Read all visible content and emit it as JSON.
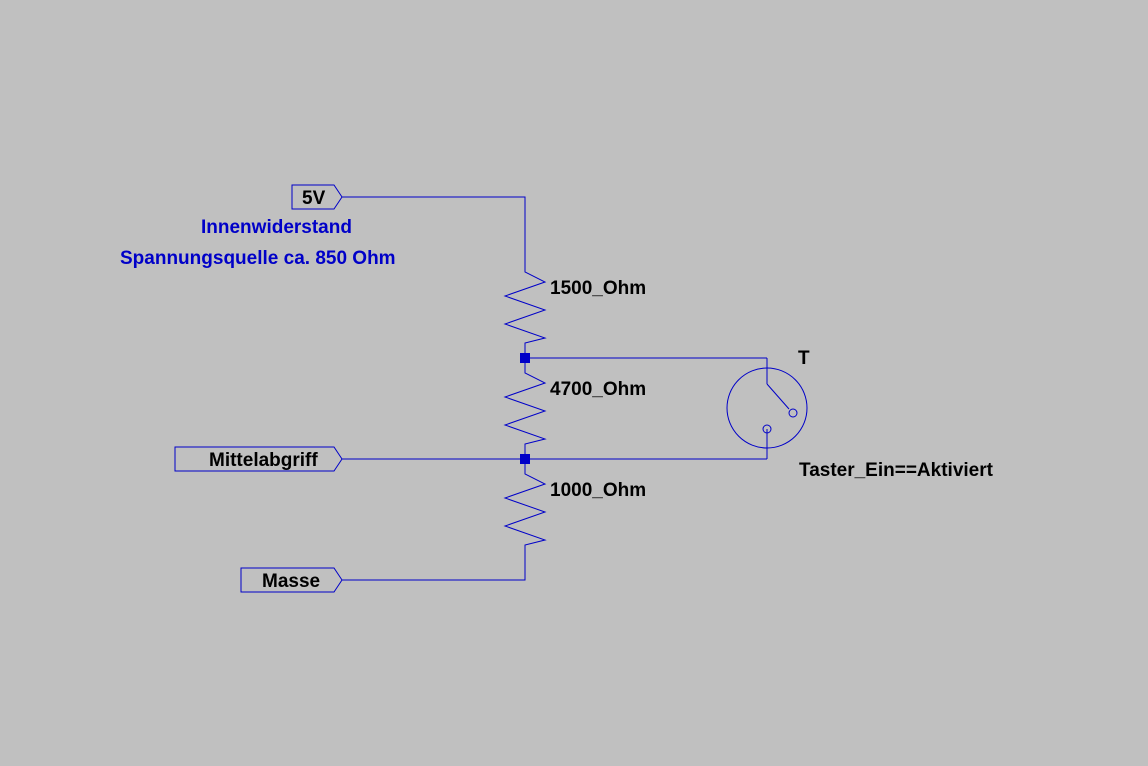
{
  "colors": {
    "background": "#c0c0c0",
    "wire": "#0000c8",
    "label": "#000000",
    "comment": "#0000c8"
  },
  "ports": {
    "supply": "5V",
    "tap": "Mittelabgriff",
    "ground": "Masse"
  },
  "resistors": {
    "r_top": "1500_Ohm",
    "r_mid": "4700_Ohm",
    "r_bottom": "1000_Ohm"
  },
  "switch": {
    "name": "T",
    "model": "Taster_Ein==Aktiviert",
    "icon": "push-button-switch-icon"
  },
  "comment": {
    "line1": "Innenwiderstand",
    "line2": "Spannungsquelle ca. 850 Ohm"
  }
}
